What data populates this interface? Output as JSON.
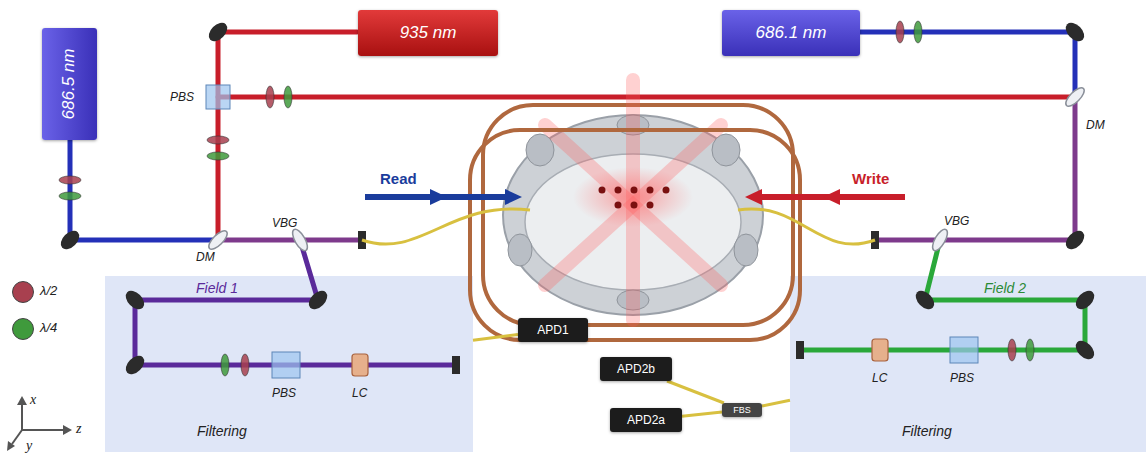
{
  "diagram": {
    "nodes": [
      {
        "text": [
          "935 nm"
        ]
      },
      {
        "text": [
          "686.1 nm"
        ]
      },
      {
        "text": [
          "686.5 nm"
        ]
      },
      {
        "text": [
          "Filtering"
        ]
      },
      {
        "text": [
          "APD1"
        ]
      },
      {
        "text": [
          "APD2b"
        ]
      },
      {
        "text": [
          "APD2a"
        ]
      },
      {
        "text": [
          "FBS"
        ]
      },
      {
        "text": [
          "Filtering"
        ]
      }
    ],
    "edges": [
      {
        "from": 3,
        "to": 4,
        "arrow": "none"
      },
      {
        "from": 8,
        "to": 7,
        "arrow": "none"
      },
      {
        "from": 7,
        "to": 6,
        "arrow": "none"
      },
      {
        "from": 7,
        "to": 5,
        "arrow": "none"
      }
    ],
    "labels": [
      "PBS",
      "DM",
      "VBG",
      "Read",
      "Write",
      "DM",
      "VBG",
      "Field 1",
      "PBS",
      "LC",
      "Field 2",
      "LC",
      "PBS",
      "x",
      "z",
      "y"
    ],
    "legend": [
      {
        "text": "λ/2",
        "color": "#a8404f"
      },
      {
        "text": "λ/4",
        "color": "#3f9a3c"
      }
    ]
  }
}
